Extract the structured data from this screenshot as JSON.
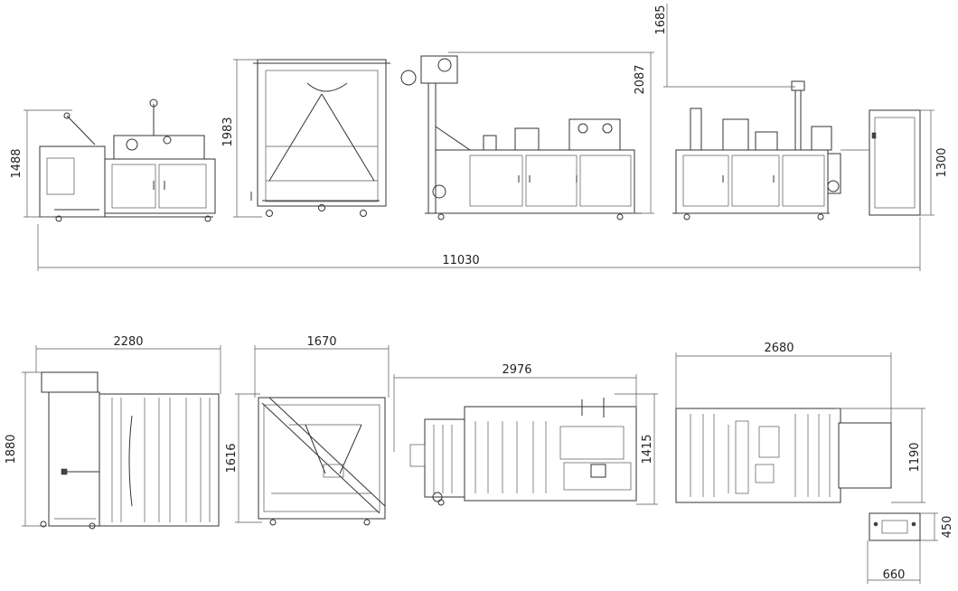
{
  "dimensions": {
    "side_total_width": "11030",
    "unwinder_height": "1488",
    "frame_height": "1983",
    "sealer_height": "2087",
    "cutter_height": "1685",
    "control_cabinet_height": "1300",
    "top_unwinder_width": "2280",
    "top_unwinder_depth": "1880",
    "top_frame_width": "1670",
    "top_frame_depth": "1616",
    "top_sealer_width": "2976",
    "top_sealer_depth": "1415",
    "top_cutter_width": "2680",
    "top_cutter_depth": "1190",
    "control_box_width": "660",
    "control_box_depth": "450"
  }
}
